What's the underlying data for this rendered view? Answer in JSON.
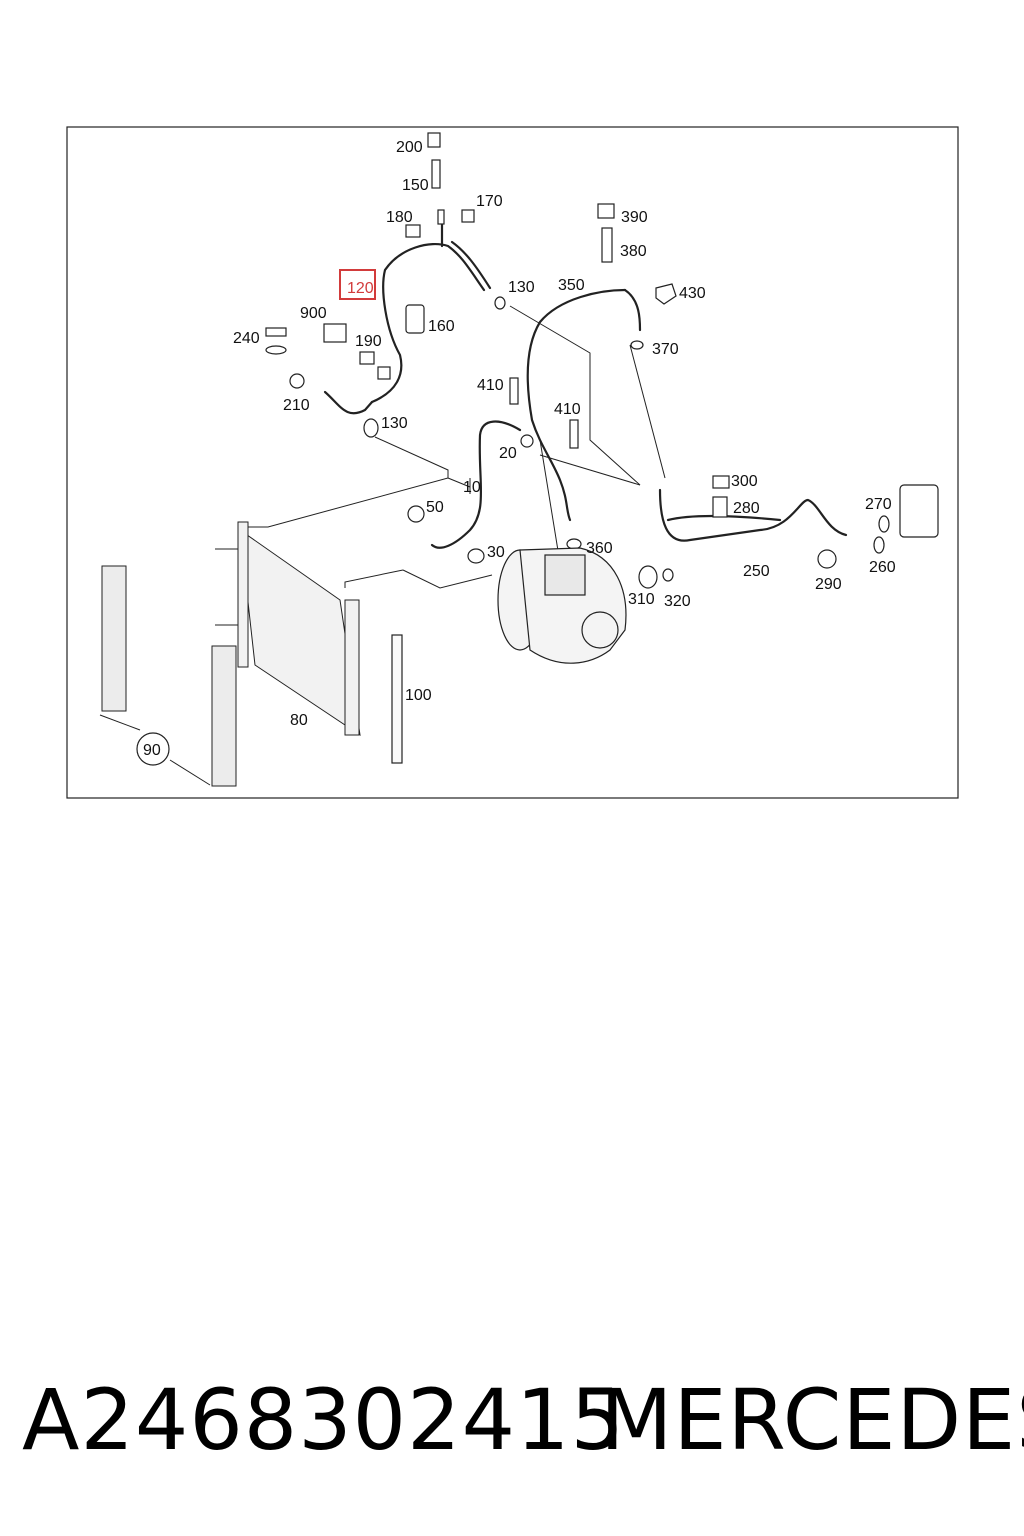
{
  "diagram": {
    "callouts": [
      {
        "id": "200",
        "label": "200"
      },
      {
        "id": "150",
        "label": "150"
      },
      {
        "id": "170",
        "label": "170"
      },
      {
        "id": "180",
        "label": "180"
      },
      {
        "id": "120",
        "label": "120",
        "highlighted": true
      },
      {
        "id": "130a",
        "label": "130"
      },
      {
        "id": "350",
        "label": "350"
      },
      {
        "id": "390",
        "label": "390"
      },
      {
        "id": "380",
        "label": "380"
      },
      {
        "id": "430",
        "label": "430"
      },
      {
        "id": "370",
        "label": "370"
      },
      {
        "id": "900",
        "label": "900"
      },
      {
        "id": "160",
        "label": "160"
      },
      {
        "id": "240",
        "label": "240"
      },
      {
        "id": "190",
        "label": "190"
      },
      {
        "id": "210",
        "label": "210"
      },
      {
        "id": "130b",
        "label": "130"
      },
      {
        "id": "410a",
        "label": "410"
      },
      {
        "id": "410b",
        "label": "410"
      },
      {
        "id": "20",
        "label": "20"
      },
      {
        "id": "10",
        "label": "10"
      },
      {
        "id": "300",
        "label": "300"
      },
      {
        "id": "280",
        "label": "280"
      },
      {
        "id": "270",
        "label": "270"
      },
      {
        "id": "50",
        "label": "50"
      },
      {
        "id": "360",
        "label": "360"
      },
      {
        "id": "30",
        "label": "30"
      },
      {
        "id": "250",
        "label": "250"
      },
      {
        "id": "260",
        "label": "260"
      },
      {
        "id": "290",
        "label": "290"
      },
      {
        "id": "310",
        "label": "310"
      },
      {
        "id": "320",
        "label": "320"
      },
      {
        "id": "100",
        "label": "100"
      },
      {
        "id": "80",
        "label": "80"
      },
      {
        "id": "90",
        "label": "90"
      }
    ],
    "highlight_color": "#d23b3b"
  },
  "footer": {
    "part_number": "A2468302415",
    "brand": "MERCEDES"
  }
}
